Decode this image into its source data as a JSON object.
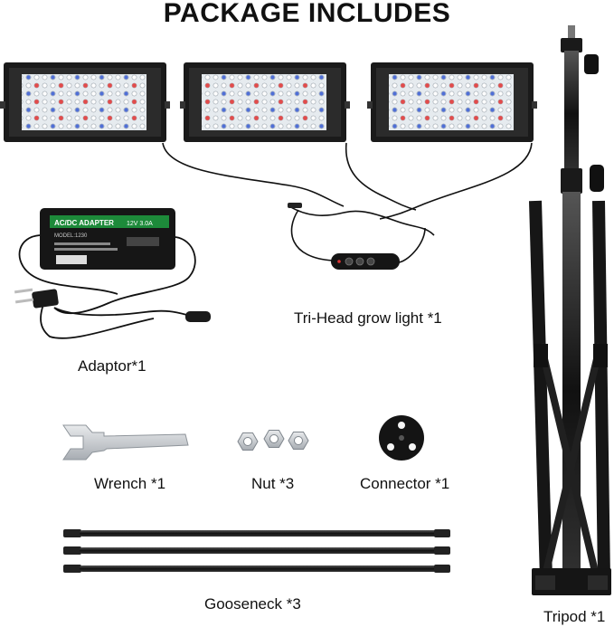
{
  "heading": "PACKAGE INCLUDES",
  "items": {
    "grow_light": "Tri-Head grow light *1",
    "adaptor": "Adaptor*1",
    "wrench": "Wrench *1",
    "nut": "Nut *3",
    "connector": "Connector  *1",
    "gooseneck": "Gooseneck *3",
    "tripod": "Tripod *1"
  },
  "adapter_print": {
    "header": "AC/DC ADAPTER",
    "model": "MODEL:1230",
    "rating": "12V  3.0A"
  },
  "colors": {
    "panel_frame": "#1a1a1a",
    "led_field": "#e9eef2",
    "metal": "#c9ccd0",
    "adapter_band": "#1d8a3a"
  }
}
